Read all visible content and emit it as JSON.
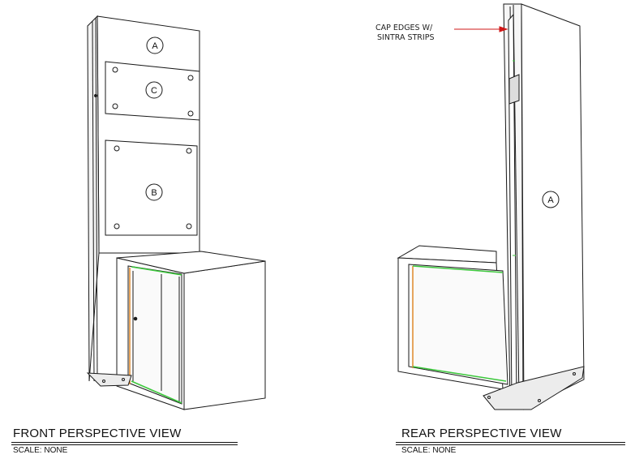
{
  "labels": {
    "panel_a": "A",
    "panel_b": "B",
    "panel_c": "C",
    "rear_panel_a": "A"
  },
  "callout": {
    "line1": "CAP EDGES W/",
    "line2": "SINTRA STRIPS"
  },
  "views": {
    "front": {
      "title": "FRONT PERSPECTIVE VIEW",
      "scale": "SCALE: NONE"
    },
    "rear": {
      "title": "REAR PERSPECTIVE VIEW",
      "scale": "SCALE: NONE"
    }
  },
  "colors": {
    "line": "#1a1a1a",
    "edge_green": "#3cc83c",
    "edge_orange": "#e08a2a",
    "callout_arrow": "#d01818"
  }
}
